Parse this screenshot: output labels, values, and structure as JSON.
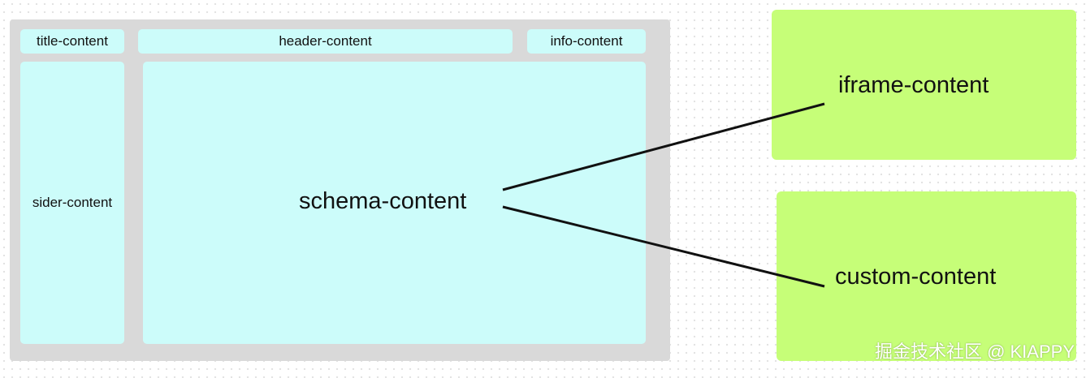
{
  "layout_panels": {
    "title": "title-content",
    "header": "header-content",
    "info": "info-content",
    "sider": "sider-content",
    "schema": "schema-content"
  },
  "targets": {
    "iframe": "iframe-content",
    "custom": "custom-content"
  },
  "watermark": "掘金技术社区 @ KIAPPY",
  "colors": {
    "frame": "#d9d9d9",
    "panel": "#ccfcfa",
    "target": "#c6fe78",
    "line": "#111111"
  }
}
